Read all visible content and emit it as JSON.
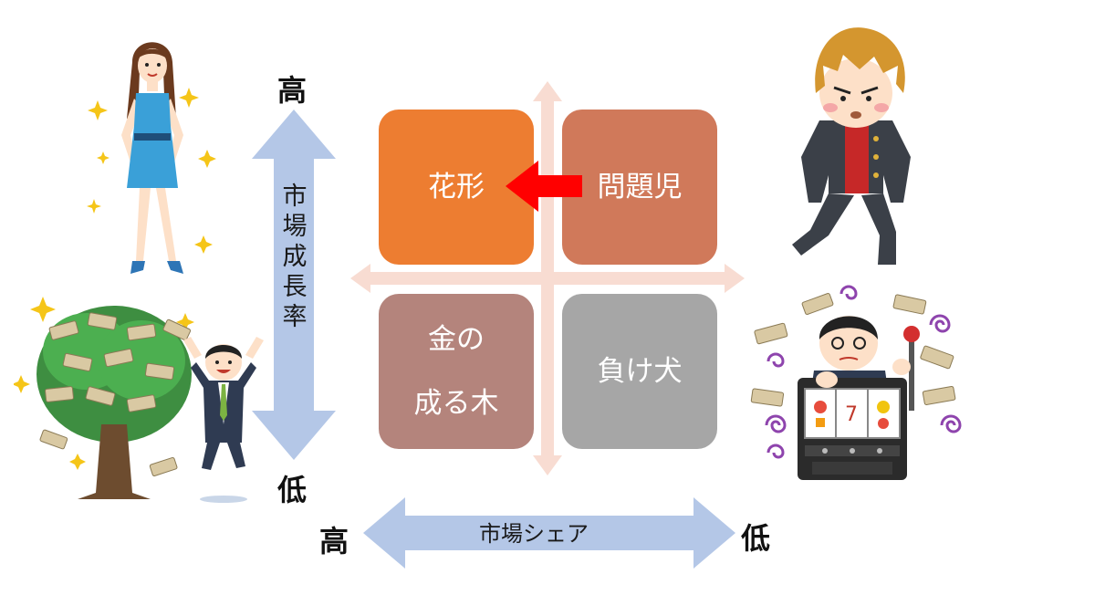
{
  "quadrants": {
    "star": "花形",
    "question": "問題児",
    "cash_cow": [
      "金の",
      "成る木"
    ],
    "dog": "負け犬"
  },
  "vertical_axis": {
    "label": "市場成長率",
    "top": "高",
    "bottom": "低"
  },
  "horizontal_axis": {
    "label": "市場シェア",
    "left": "高",
    "right": "低"
  },
  "colors": {
    "star": "#ed7d31",
    "question": "#d0795a",
    "cash_cow": "#b4847c",
    "dog": "#a6a6a6",
    "axis_arrow": "#b4c7e7",
    "cross_arrow": "#f8dcd2",
    "move_arrow": "#ff0000"
  },
  "illustrations": [
    "woman-in-blue-dress-icon",
    "money-tree-businessman-icon",
    "angry-delinquent-icon",
    "slot-machine-gambler-icon"
  ]
}
